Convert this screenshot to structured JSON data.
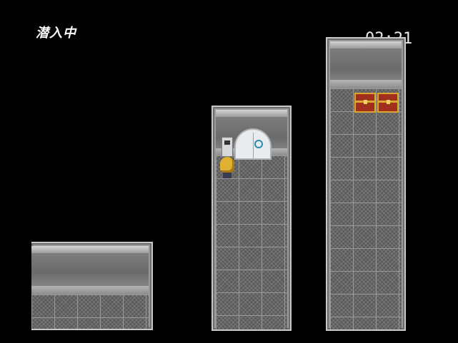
{
  "hud": {
    "status_label": "潜入中",
    "timer": "02:21"
  },
  "map": {
    "rooms": [
      {
        "id": "room-left"
      },
      {
        "id": "room-middle"
      },
      {
        "id": "room-right"
      }
    ],
    "objects": {
      "chests": 2,
      "door": "sealed-door",
      "terminal": "wall-terminal",
      "player": "blonde-character"
    }
  },
  "colors": {
    "background": "#000000",
    "wall": "#7d7d7d",
    "floor_mesh": "#5a5a5a",
    "chest": "#a0301c",
    "chest_trim": "#d8a830",
    "door_emblem": "#2a8ab0",
    "player_hair": "#e0b030"
  }
}
